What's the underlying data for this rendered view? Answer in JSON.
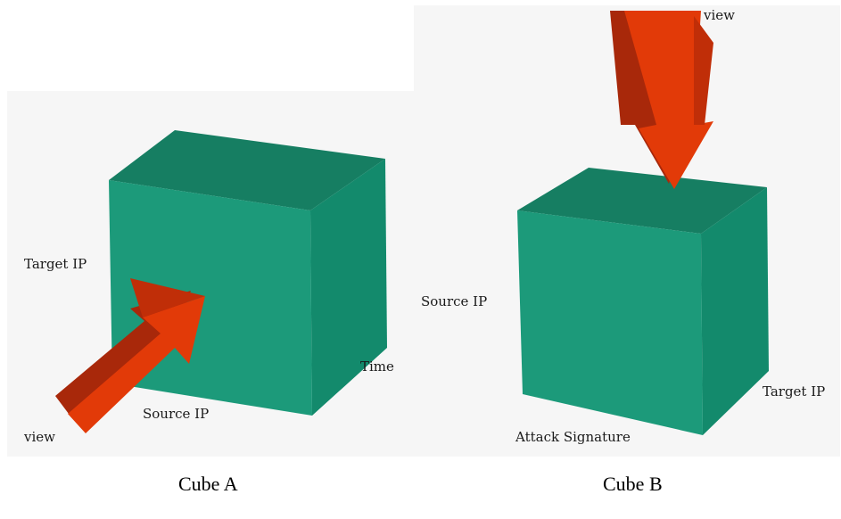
{
  "cube_a": {
    "labels": {
      "target": "Target IP",
      "source": "Source IP",
      "time": "Time",
      "view": "view"
    },
    "caption": "Cube A"
  },
  "cube_b": {
    "labels": {
      "source": "Source IP",
      "target": "Target IP",
      "signature": "Attack Signature",
      "view": "view"
    },
    "caption": "Cube B"
  },
  "colors": {
    "cube_front": "#1c9a7a",
    "cube_top": "#167e62",
    "cube_side": "#138a6c",
    "arrow": "#e23a08",
    "arrow_dark": "#a8280a"
  }
}
